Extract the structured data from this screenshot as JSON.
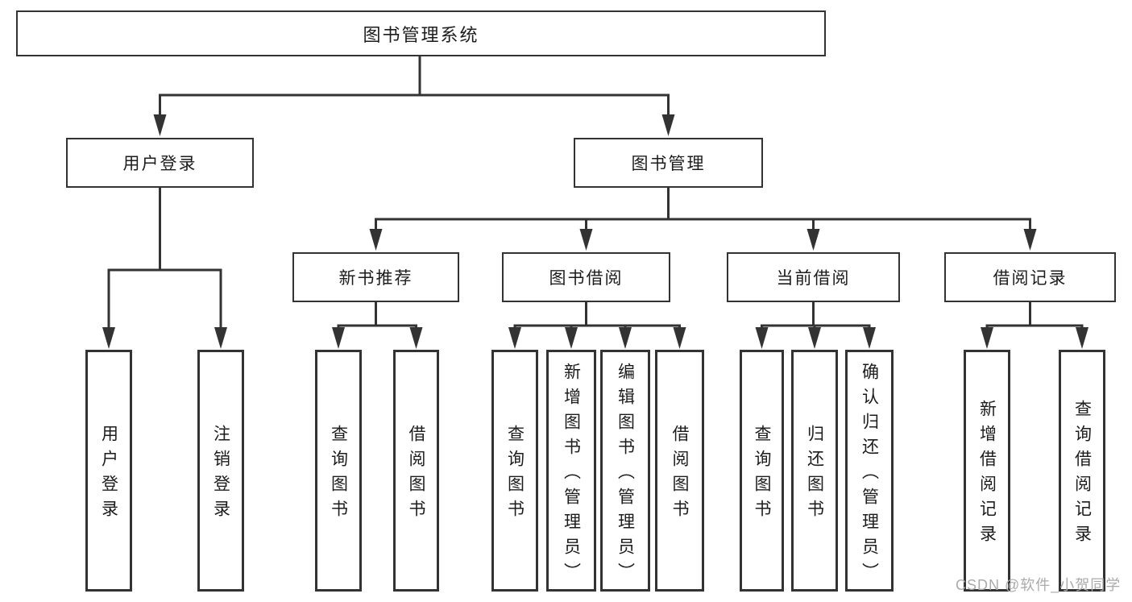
{
  "colors": {
    "line": "#333333",
    "box_border": "#333333",
    "text": "#1c1c1c",
    "background": "#ffffff",
    "watermark": "#ababab"
  },
  "watermark": {
    "text": "CSDN @软件_小贺同学"
  },
  "tree": {
    "root": {
      "label": "图书管理系统"
    },
    "level2": [
      {
        "label": "用户登录",
        "parent": "图书管理系统"
      },
      {
        "label": "图书管理",
        "parent": "图书管理系统"
      }
    ],
    "level3": [
      {
        "label": "新书推荐",
        "parent": "图书管理"
      },
      {
        "label": "图书借阅",
        "parent": "图书管理"
      },
      {
        "label": "当前借阅",
        "parent": "图书管理"
      },
      {
        "label": "借阅记录",
        "parent": "图书管理"
      }
    ],
    "leaves": [
      {
        "label": "用户登录",
        "parent": "用户登录"
      },
      {
        "label": "注销登录",
        "parent": "用户登录"
      },
      {
        "label": "查询图书",
        "parent": "新书推荐"
      },
      {
        "label": "借阅图书",
        "parent": "新书推荐"
      },
      {
        "label": "查询图书",
        "parent": "图书借阅"
      },
      {
        "label": "新增图书（管理员）",
        "parent": "图书借阅"
      },
      {
        "label": "编辑图书（管理员）",
        "parent": "图书借阅"
      },
      {
        "label": "借阅图书",
        "parent": "图书借阅"
      },
      {
        "label": "查询图书",
        "parent": "当前借阅"
      },
      {
        "label": "归还图书",
        "parent": "当前借阅"
      },
      {
        "label": "确认归还（管理员）",
        "parent": "当前借阅"
      },
      {
        "label": "新增借阅记录",
        "parent": "借阅记录"
      },
      {
        "label": "查询借阅记录",
        "parent": "借阅记录"
      }
    ]
  }
}
